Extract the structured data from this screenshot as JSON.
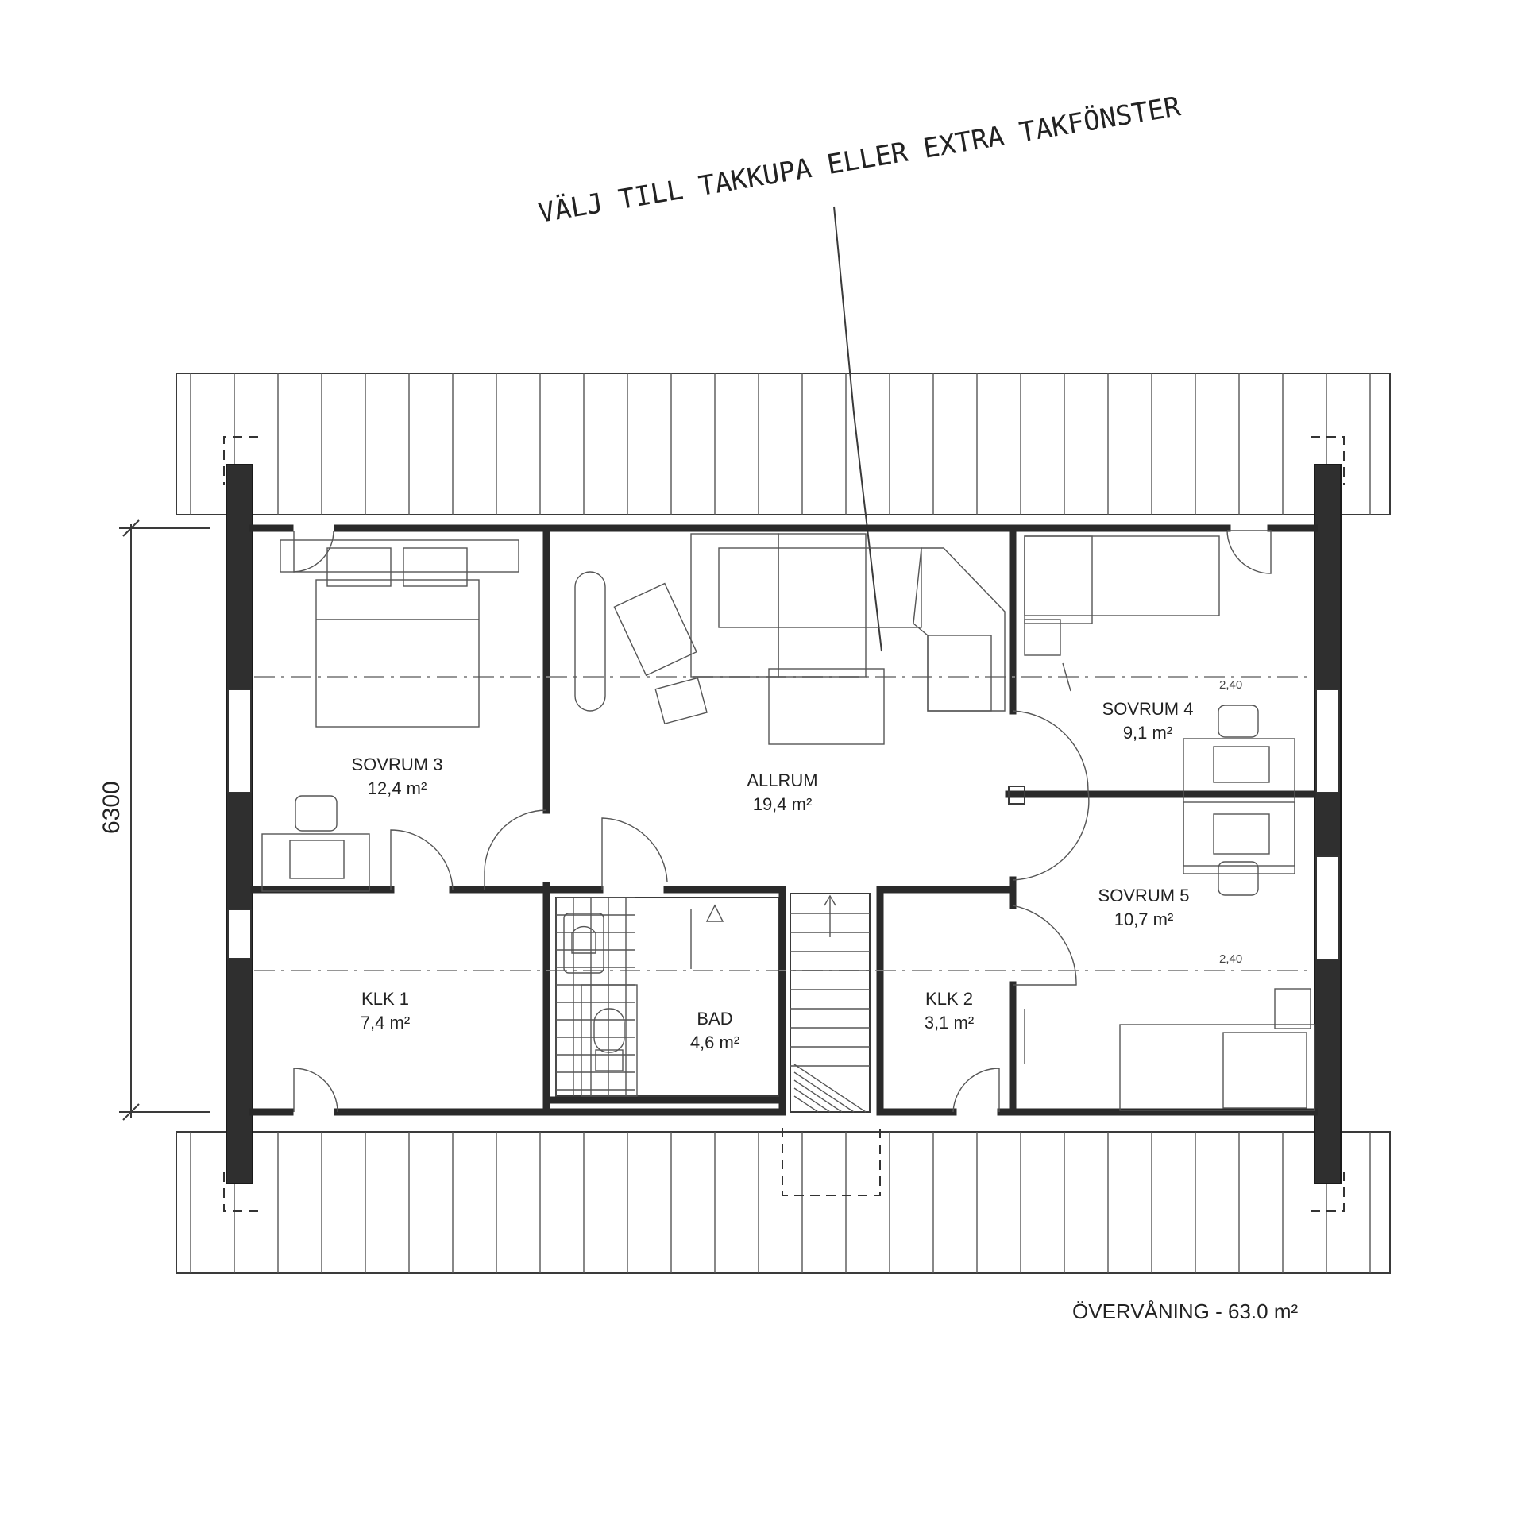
{
  "annotation": "VÄLJ TILL TAKKUPA ELLER EXTRA TAKFÖNSTER",
  "caption": "ÖVERVÅNING - 63.0 m²",
  "dimension": "6300",
  "headroom_markers": [
    "2,40",
    "2,40"
  ],
  "rooms": [
    {
      "name": "SOVRUM 3",
      "area": "12,4 m²"
    },
    {
      "name": "ALLRUM",
      "area": "19,4 m²"
    },
    {
      "name": "SOVRUM 4",
      "area": "9,1 m²"
    },
    {
      "name": "SOVRUM 5",
      "area": "10,7 m²"
    },
    {
      "name": "KLK 1",
      "area": "7,4 m²"
    },
    {
      "name": "BAD",
      "area": "4,6 m²"
    },
    {
      "name": "KLK 2",
      "area": "3,1 m²"
    }
  ]
}
